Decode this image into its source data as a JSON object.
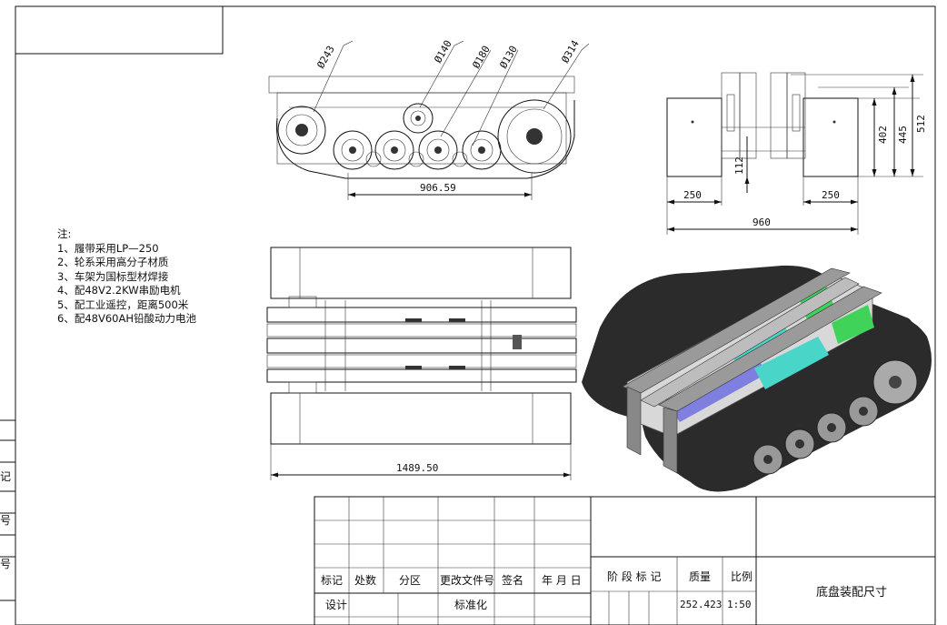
{
  "notes": {
    "heading": "注:",
    "items": [
      "1、履带采用LP—250",
      "2、轮系采用高分子材质",
      "3、车架为国标型材焊接",
      "4、配48V2.2KW串励电机",
      "5、配工业遥控，距离500米",
      "6、配48V60AH铅酸动力电池"
    ]
  },
  "dimensions": {
    "d243": "Ø243",
    "d140": "Ø140",
    "d180": "Ø180",
    "d130": "Ø130",
    "d314": "Ø314",
    "side_length": "906.59",
    "top_length": "1489.50",
    "front_width": "960",
    "track_left": "250",
    "track_right": "250",
    "clearance": "112",
    "h402": "402",
    "h445": "445",
    "h512": "512"
  },
  "left_margin": {
    "ji": "记",
    "hao1": "号",
    "hao2": "号"
  },
  "title_block": {
    "headers": [
      "标记",
      "处数",
      "分区",
      "更改文件号",
      "签名",
      "年 月 日"
    ],
    "row_design": "设计",
    "row_standard": "标准化",
    "stage_label": "阶 段 标 记",
    "mass_label": "质量",
    "scale_label": "比例",
    "mass_value": "252.423",
    "scale_value": "1:50",
    "drawing_title": "底盘装配尺寸"
  },
  "colors": {
    "track": "#2b2b2b",
    "battery_cyan": "#49d6c8",
    "controller_green": "#3fd35a",
    "motor_purple": "#7f7fe0",
    "frame_gray": "#9a9a9a"
  }
}
